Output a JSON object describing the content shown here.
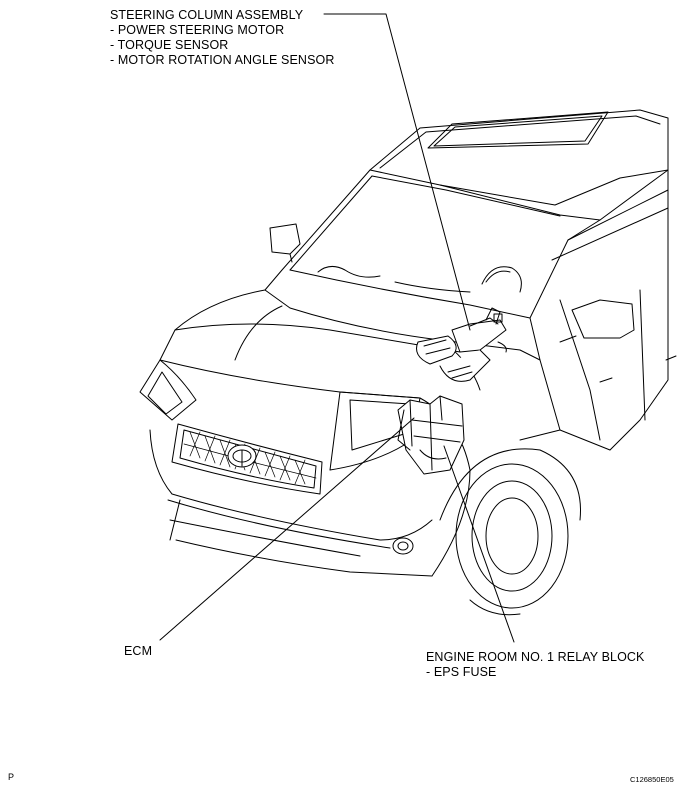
{
  "callouts": {
    "steering": {
      "title": "STEERING COLUMN ASSEMBLY",
      "items": [
        "- POWER STEERING MOTOR",
        "- TORQUE SENSOR",
        "- MOTOR ROTATION ANGLE SENSOR"
      ]
    },
    "ecm": {
      "title": "ECM"
    },
    "relay": {
      "title": "ENGINE ROOM NO. 1 RELAY BLOCK",
      "items": [
        "- EPS FUSE"
      ]
    }
  },
  "footer": {
    "left_code": "P",
    "right_code": "C126850E05"
  },
  "colors": {
    "ink": "#000000",
    "paper": "#ffffff"
  }
}
